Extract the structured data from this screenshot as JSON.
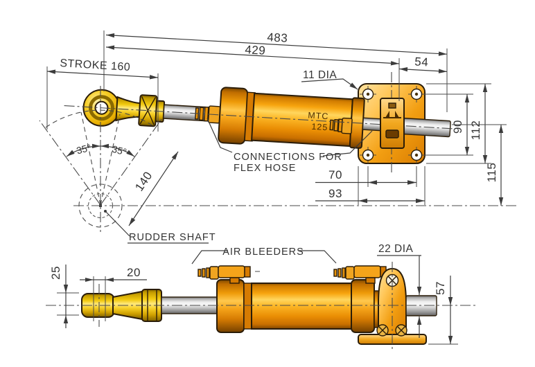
{
  "title": "Hydraulic steering cylinder dimensional drawing",
  "model": {
    "name": "MTC",
    "size": "125"
  },
  "labels": {
    "connections_line1": "CONNECTIONS FOR",
    "connections_line2": "FLEX HOSE",
    "rudder_shaft": "RUDDER SHAFT",
    "air_bleeders": "AIR BLEEDERS"
  },
  "dims": {
    "overall_length": "483",
    "length_to_mount": "429",
    "mount_offset": "54",
    "stroke": "STROKE 160",
    "mount_hole_dia": "11 DIA",
    "swing_left": "35°",
    "swing_right": "35°",
    "swing_radius": "140",
    "hole_spacing_v": "90",
    "plate_height": "112",
    "axis_height": "115",
    "hole_spacing_h": "70",
    "plate_width": "93",
    "rod_end_thickness": "25",
    "rod_end_eye_width": "20",
    "shaft_dia": "22 DIA",
    "shaft_center_height": "57"
  },
  "colors": {
    "body_orange": "#F59B0B",
    "body_highlight": "#FFD65E",
    "body_shadow": "#C36A00",
    "brass_yellow": "#F2C200",
    "metal_gray": "#C8C8C8",
    "outline": "#2A1C08",
    "dim_line": "#3C3C3C",
    "background": "#FFFFFF"
  }
}
